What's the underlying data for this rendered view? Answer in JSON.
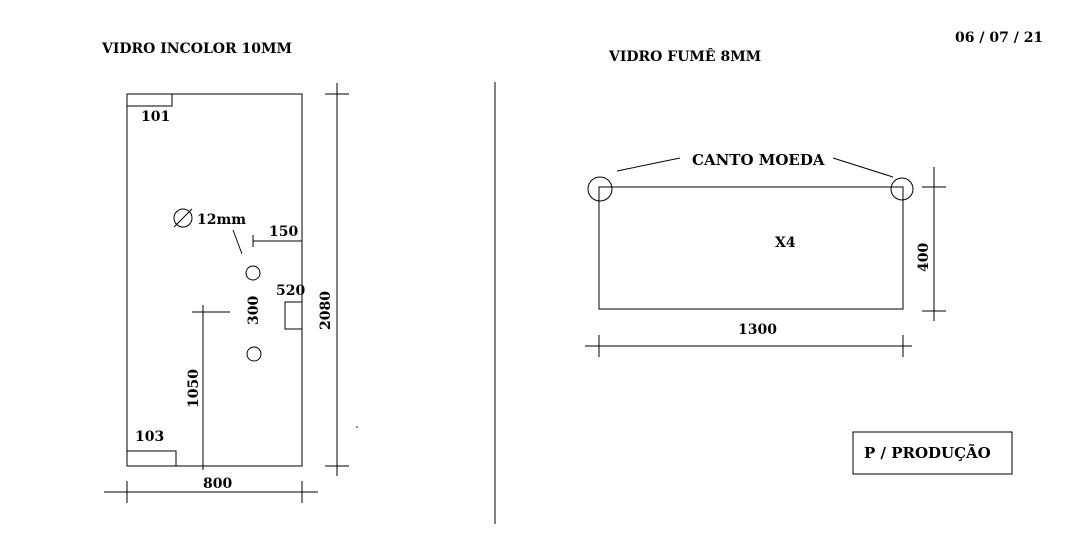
{
  "date": "06 / 07 / 21",
  "left_panel": {
    "title": "VIDRO INCOLOR 10MM",
    "tag_top": "101",
    "tag_bottom": "103",
    "hole_diameter": "12mm",
    "dim_hole_offset": "150",
    "dim_hinge": "520",
    "dim_hole_spacing": "300",
    "dim_height_lower": "1050",
    "dim_total_height": "2080",
    "dim_width": "800"
  },
  "right_panel": {
    "title": "VIDRO FUMÊ 8MM",
    "corner_label": "CANTO MOEDA",
    "quantity": "X4",
    "dim_height": "400",
    "dim_width": "1300"
  },
  "stamp": "P / PRODUÇÃO"
}
